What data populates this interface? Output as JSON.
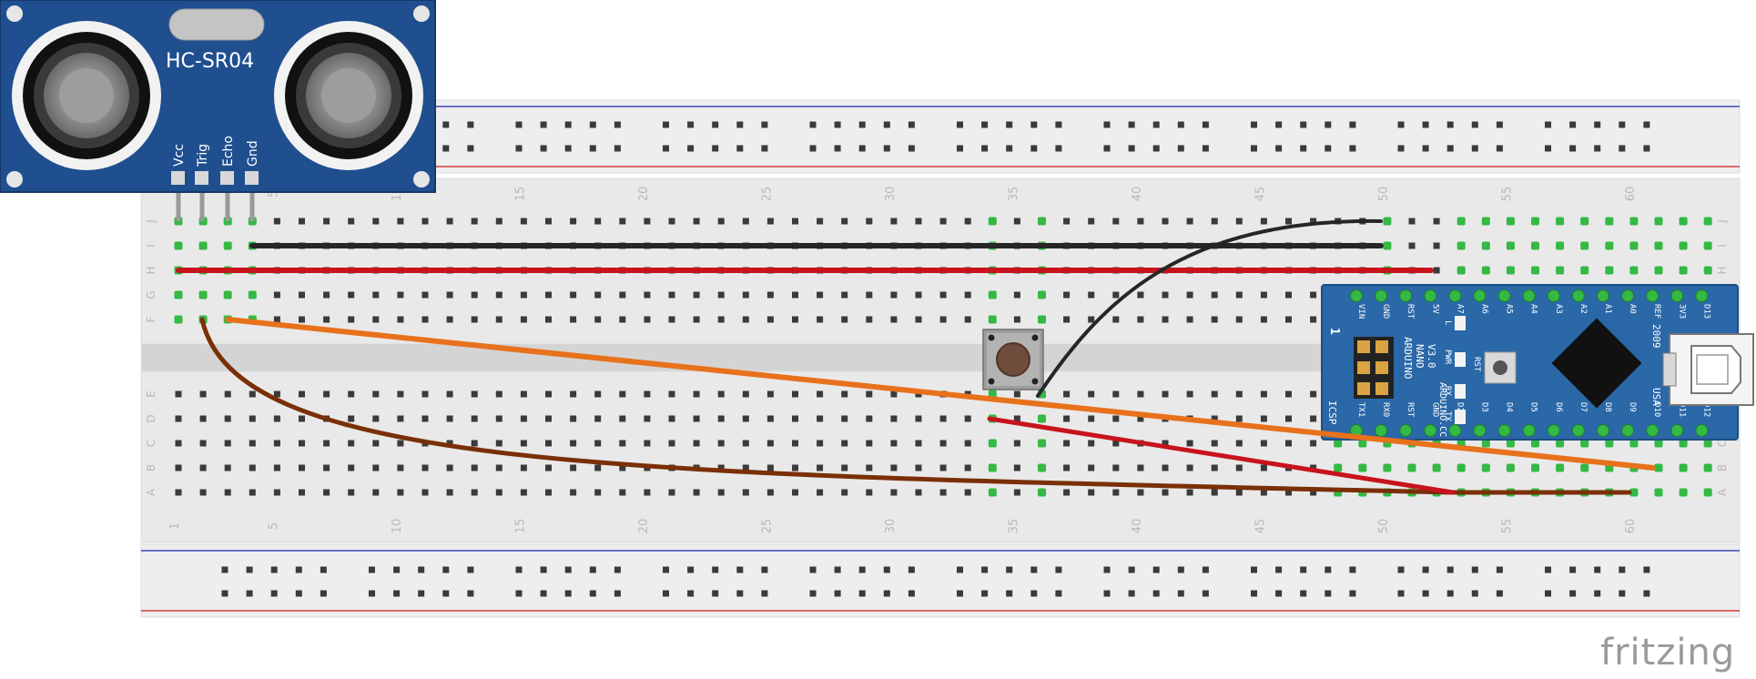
{
  "sensor": {
    "name": "HC-SR04",
    "pins": [
      "Vcc",
      "Trig",
      "Echo",
      "Gnd"
    ]
  },
  "breadboard": {
    "row_labels_top": [
      "J",
      "I",
      "H",
      "G",
      "F"
    ],
    "row_labels_bottom": [
      "E",
      "D",
      "C",
      "B",
      "A"
    ],
    "top_numbers": [
      "5",
      "10",
      "15",
      "20",
      "25",
      "30",
      "35",
      "40",
      "45",
      "50",
      "55",
      "60"
    ],
    "bottom_numbers": [
      "1",
      "5",
      "10",
      "15",
      "20",
      "25",
      "30",
      "35",
      "40",
      "45",
      "50",
      "55",
      "60"
    ]
  },
  "arduino": {
    "top_pins": [
      "VIN",
      "GND",
      "RST",
      "5V",
      "A7",
      "A6",
      "A5",
      "A4",
      "A3",
      "A2",
      "A1",
      "A0",
      "REF",
      "3V3",
      "D13"
    ],
    "bottom_pins": [
      "TX1",
      "RX0",
      "RST",
      "GND",
      "D2",
      "D3",
      "D4",
      "D5",
      "D6",
      "D7",
      "D8",
      "D9",
      "D10",
      "D11",
      "D12"
    ],
    "board_text": [
      "ARDUINO",
      "NANO",
      "V3.0"
    ],
    "site": "ARDUINO.CC",
    "icsp": "ICSP",
    "one": "1",
    "leds": [
      "L",
      "PWR",
      "RX",
      "TX"
    ],
    "rst": "RST",
    "year": "2009",
    "country": "USA"
  },
  "watermark": "fritzing",
  "colors": {
    "board": "#e9e9e9",
    "sensor": "#1f4f8f",
    "nano": "#2a68a8",
    "wire_black": "#262626",
    "wire_red": "#c8131d",
    "wire_orange": "#e8711b",
    "wire_brown": "#7a2f06",
    "hole_active": "#34b944"
  }
}
